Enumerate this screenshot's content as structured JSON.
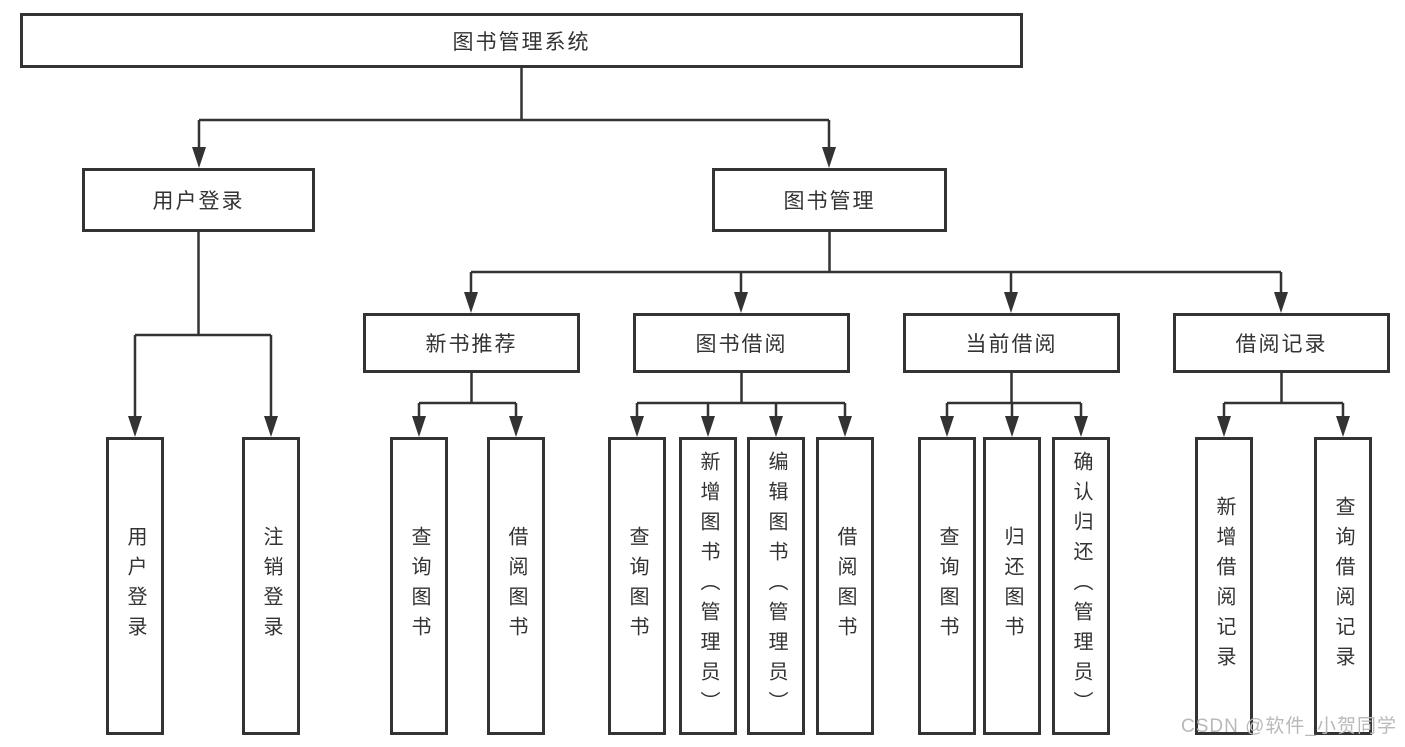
{
  "colors": {
    "line": "#333333",
    "text": "#333333",
    "box_background": "#ffffff",
    "watermark": "#b9b9b9"
  },
  "watermark": "CSDN @软件_小贺同学",
  "tree": {
    "root": "图书管理系统",
    "branches": [
      {
        "label": "用户登录",
        "children": [
          "用户登录",
          "注销登录"
        ]
      },
      {
        "label": "图书管理",
        "groups": [
          {
            "label": "新书推荐",
            "children": [
              "查询图书",
              "借阅图书"
            ]
          },
          {
            "label": "图书借阅",
            "children": [
              "查询图书",
              "新增图书（管理员）",
              "编辑图书（管理员）",
              "借阅图书"
            ]
          },
          {
            "label": "当前借阅",
            "children": [
              "查询图书",
              "归还图书",
              "确认归还（管理员）"
            ]
          },
          {
            "label": "借阅记录",
            "children": [
              "新增借阅记录",
              "查询借阅记录"
            ]
          }
        ]
      }
    ]
  }
}
